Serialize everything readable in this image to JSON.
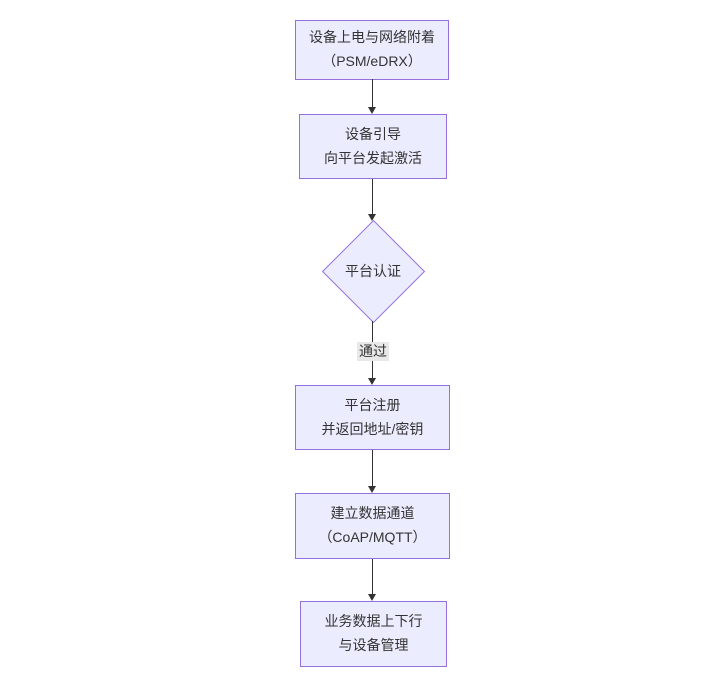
{
  "diagram": {
    "type": "flowchart-vertical",
    "background": "#ffffff",
    "colors": {
      "node_fill": "#ECECFF",
      "node_border": "#9370DB",
      "edge_line": "#333333",
      "text": "#333333",
      "edge_label_bg": "#e8e8e8"
    },
    "nodes": [
      {
        "id": "n1",
        "shape": "rect",
        "line1": "设备上电与网络附着",
        "line2": "（PSM/eDRX）"
      },
      {
        "id": "n2",
        "shape": "rect",
        "line1": "设备引导",
        "line2": "向平台发起激活"
      },
      {
        "id": "n3",
        "shape": "diamond",
        "line1": "平台认证",
        "line2": ""
      },
      {
        "id": "n4",
        "shape": "rect",
        "line1": "平台注册",
        "line2": "并返回地址/密钥"
      },
      {
        "id": "n5",
        "shape": "rect",
        "line1": "建立数据通道",
        "line2": "（CoAP/MQTT）"
      },
      {
        "id": "n6",
        "shape": "rect",
        "line1": "业务数据上下行",
        "line2": "与设备管理"
      }
    ],
    "edges": [
      {
        "from": "n1",
        "to": "n2",
        "label": ""
      },
      {
        "from": "n2",
        "to": "n3",
        "label": ""
      },
      {
        "from": "n3",
        "to": "n4",
        "label": "通过"
      },
      {
        "from": "n4",
        "to": "n5",
        "label": ""
      },
      {
        "from": "n5",
        "to": "n6",
        "label": ""
      }
    ]
  }
}
